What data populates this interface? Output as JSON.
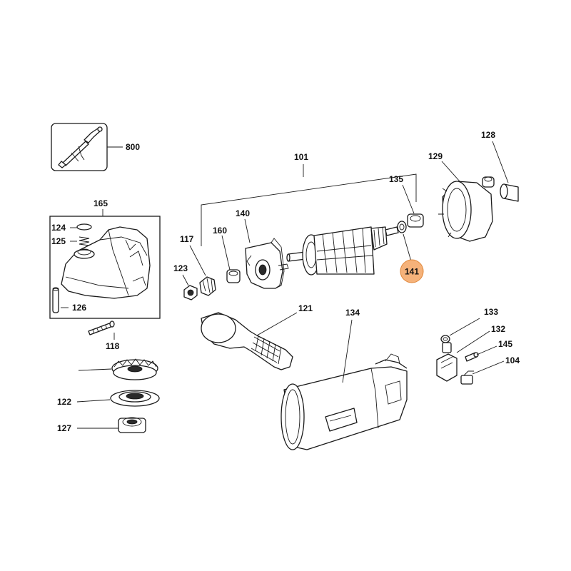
{
  "colors": {
    "highlight": "#f5b27a",
    "highlight_stroke": "#e0873a",
    "line": "#1a1a1a",
    "background": "#ffffff"
  },
  "icons": {
    "inset_tool": "spanner-wrench-icon"
  },
  "labels": {
    "p800": "800",
    "p101": "101",
    "p128": "128",
    "p129": "129",
    "p135": "135",
    "p165": "165",
    "p124": "124",
    "p125": "125",
    "p126": "126",
    "p140": "140",
    "p117": "117",
    "p160": "160",
    "p123": "123",
    "p141": "141",
    "p118": "118",
    "p121": "121",
    "p134": "134",
    "p133": "133",
    "p132": "132",
    "p145": "145",
    "p104": "104",
    "p122": "122",
    "p127": "127"
  },
  "highlighted_part": "141"
}
